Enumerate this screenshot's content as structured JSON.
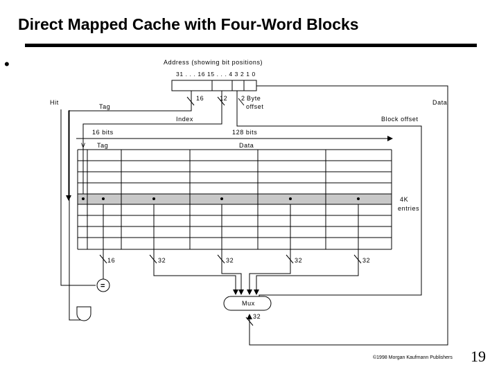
{
  "slide": {
    "title": "Direct Mapped Cache with Four-Word Blocks",
    "bullet": "•",
    "page_number": "19",
    "credit": "©1998 Morgan Kaufmann Publishers"
  },
  "diagram": {
    "address_caption": "Address (showing bit positions)",
    "bit_positions": "31 . . . 16  15 . . . 4  3 2  1 0",
    "field_widths": {
      "tag": "16",
      "index": "12",
      "byte_offset": "2"
    },
    "labels": {
      "hit": "Hit",
      "tag": "Tag",
      "index": "Index",
      "byte_offset_line1": "Byte",
      "byte_offset_line2": "offset",
      "data": "Data",
      "block_offset": "Block offset",
      "tag_bits": "16 bits",
      "data_bits": "128 bits",
      "valid_col": "V",
      "tag_col": "Tag",
      "data_col": "Data",
      "entries_line1": "4K",
      "entries_line2": "entries",
      "tag_width": "16",
      "word_width_1": "32",
      "word_width_2": "32",
      "word_width_3": "32",
      "word_width_4": "32",
      "comparator": "=",
      "mux": "Mux",
      "mux_out_width": "32"
    }
  }
}
